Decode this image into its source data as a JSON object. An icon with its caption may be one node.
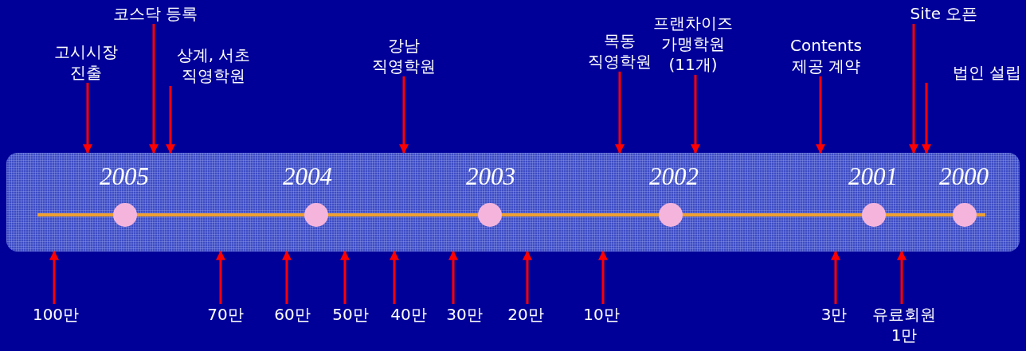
{
  "diagram": {
    "nodes": [
      {
        "text": [
          "고시시장 진출"
        ]
      },
      {
        "text": [
          "코스닥 등록"
        ]
      },
      {
        "text": [
          "상계, 서초 직영학원"
        ]
      },
      {
        "text": [
          "강남 직영학원"
        ]
      },
      {
        "text": [
          "목동 직영학원"
        ]
      },
      {
        "text": [
          "프랜차이즈 가맹학원 (11개)"
        ]
      },
      {
        "text": [
          "Contents 제공 계약"
        ]
      },
      {
        "text": [
          "Site 오픈"
        ]
      },
      {
        "text": [
          "법인 설립"
        ]
      },
      {
        "text": [
          "2005",
          "2004",
          "2003",
          "2002",
          "2001",
          "2000"
        ]
      },
      {
        "text": [
          "100만"
        ]
      },
      {
        "text": [
          "70만"
        ]
      },
      {
        "text": [
          "60만"
        ]
      },
      {
        "text": [
          "50만"
        ]
      },
      {
        "text": [
          "40만"
        ]
      },
      {
        "text": [
          "30만"
        ]
      },
      {
        "text": [
          "20만"
        ]
      },
      {
        "text": [
          "10만"
        ]
      },
      {
        "text": [
          "3만"
        ]
      },
      {
        "text": [
          "유료회원 1만"
        ]
      }
    ],
    "edges": [
      {
        "from": 0,
        "to": 9,
        "arrow": "to"
      },
      {
        "from": 1,
        "to": 9,
        "arrow": "to"
      },
      {
        "from": 2,
        "to": 9,
        "arrow": "to"
      },
      {
        "from": 3,
        "to": 9,
        "arrow": "to"
      },
      {
        "from": 4,
        "to": 9,
        "arrow": "to"
      },
      {
        "from": 5,
        "to": 9,
        "arrow": "to"
      },
      {
        "from": 6,
        "to": 9,
        "arrow": "to"
      },
      {
        "from": 7,
        "to": 9,
        "arrow": "to"
      },
      {
        "from": 8,
        "to": 9,
        "arrow": "to"
      },
      {
        "from": 10,
        "to": 9,
        "arrow": "to"
      },
      {
        "from": 11,
        "to": 9,
        "arrow": "to"
      },
      {
        "from": 12,
        "to": 9,
        "arrow": "to"
      },
      {
        "from": 13,
        "to": 9,
        "arrow": "to"
      },
      {
        "from": 14,
        "to": 9,
        "arrow": "to"
      },
      {
        "from": 15,
        "to": 9,
        "arrow": "to"
      },
      {
        "from": 16,
        "to": 9,
        "arrow": "to"
      },
      {
        "from": 17,
        "to": 9,
        "arrow": "to"
      },
      {
        "from": 18,
        "to": 9,
        "arrow": "to"
      },
      {
        "from": 19,
        "to": 9,
        "arrow": "to"
      }
    ]
  }
}
